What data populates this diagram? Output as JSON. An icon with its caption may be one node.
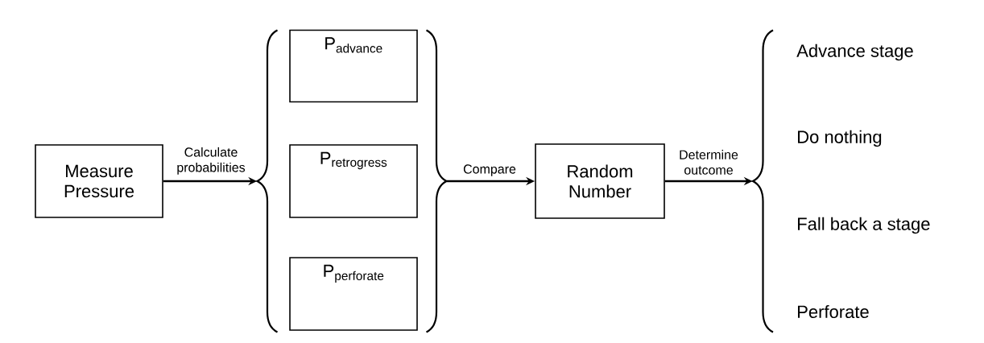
{
  "diagram": {
    "nodes": [
      {
        "text": [
          "Measure Pressure"
        ]
      },
      {
        "text": [],
        "shape": "brace"
      },
      {
        "text": [
          "\\mathrm{P}_{\\mathrm{advance}}"
        ],
        "in": 1
      },
      {
        "text": [
          "\\mathrm{P}_{\\mathrm{retrogress}}"
        ],
        "in": 1
      },
      {
        "text": [
          "\\mathrm{P}_{\\mathrm{perforate}}"
        ],
        "in": 1
      },
      {
        "text": [
          "Random Number"
        ]
      },
      {
        "text": [
          "Advance stage",
          "Do nothing",
          "Fall back a stage",
          "Perforate"
        ]
      }
    ],
    "edges": [
      {
        "from": 0,
        "to": 1,
        "arrow": "to",
        "label": "Calculate probabilities"
      },
      {
        "from": 1,
        "to": 5,
        "arrow": "to",
        "label": "Compare"
      },
      {
        "from": 5,
        "to": 6,
        "arrow": "to",
        "label": "Determine outcome"
      }
    ]
  }
}
